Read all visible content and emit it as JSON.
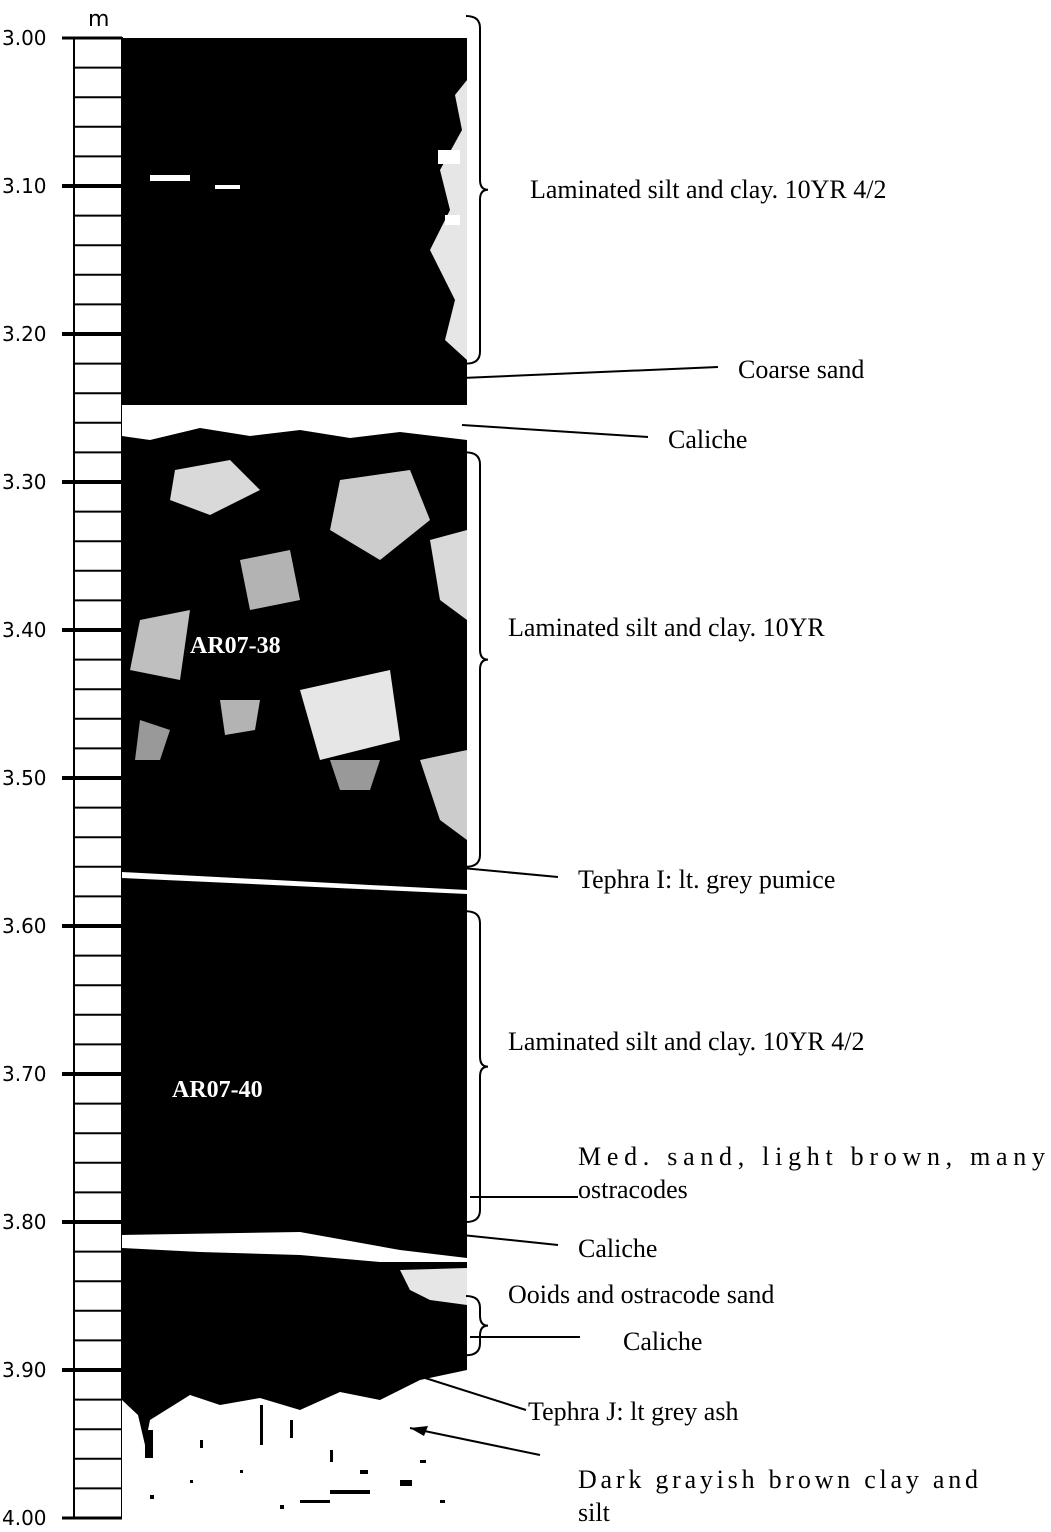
{
  "scale": {
    "unit": "m",
    "top_depth": 3.0,
    "bottom_depth": 4.0,
    "labels": [
      "3.00",
      "3.10",
      "3.20",
      "3.30",
      "3.40",
      "3.50",
      "3.60",
      "3.70",
      "3.80",
      "3.90",
      "4.00"
    ]
  },
  "samples": [
    {
      "id": "AR07-38",
      "depth": 3.41
    },
    {
      "id": "AR07-40",
      "depth": 3.71
    }
  ],
  "annotations": [
    {
      "id": "lam1",
      "text": "Laminated silt and clay. 10YR 4/2",
      "bracket": [
        3.0,
        3.22
      ]
    },
    {
      "id": "coarse-sand",
      "text": "Coarse sand",
      "depth": 3.23
    },
    {
      "id": "caliche1",
      "text": "Caliche",
      "depth": 3.27
    },
    {
      "id": "lam2",
      "text": "Laminated silt and clay. 10YR",
      "bracket": [
        3.28,
        3.56
      ]
    },
    {
      "id": "tephra-i",
      "text": "Tephra I: lt. grey pumice",
      "depth": 3.57
    },
    {
      "id": "lam3",
      "text": "Laminated silt and clay. 10YR 4/2",
      "bracket": [
        3.59,
        3.8
      ]
    },
    {
      "id": "med-sand",
      "text": "Med. sand, light brown, many",
      "text2": "ostracodes",
      "depth": 3.8
    },
    {
      "id": "caliche2",
      "text": "Caliche",
      "depth": 3.83
    },
    {
      "id": "ooids",
      "text": "Ooids and ostracode sand",
      "bracket": [
        3.85,
        3.89
      ]
    },
    {
      "id": "caliche3",
      "text": "Caliche",
      "depth": 3.9
    },
    {
      "id": "tephra-j",
      "text": "Tephra J: lt grey ash",
      "depth": 3.92
    },
    {
      "id": "dark-clay",
      "text": "Dark grayish brown clay and",
      "text2": "silt",
      "depth": 3.96
    }
  ],
  "colors": {
    "core": "#000000",
    "light_layer": "#ffffff",
    "background": "#ffffff"
  }
}
